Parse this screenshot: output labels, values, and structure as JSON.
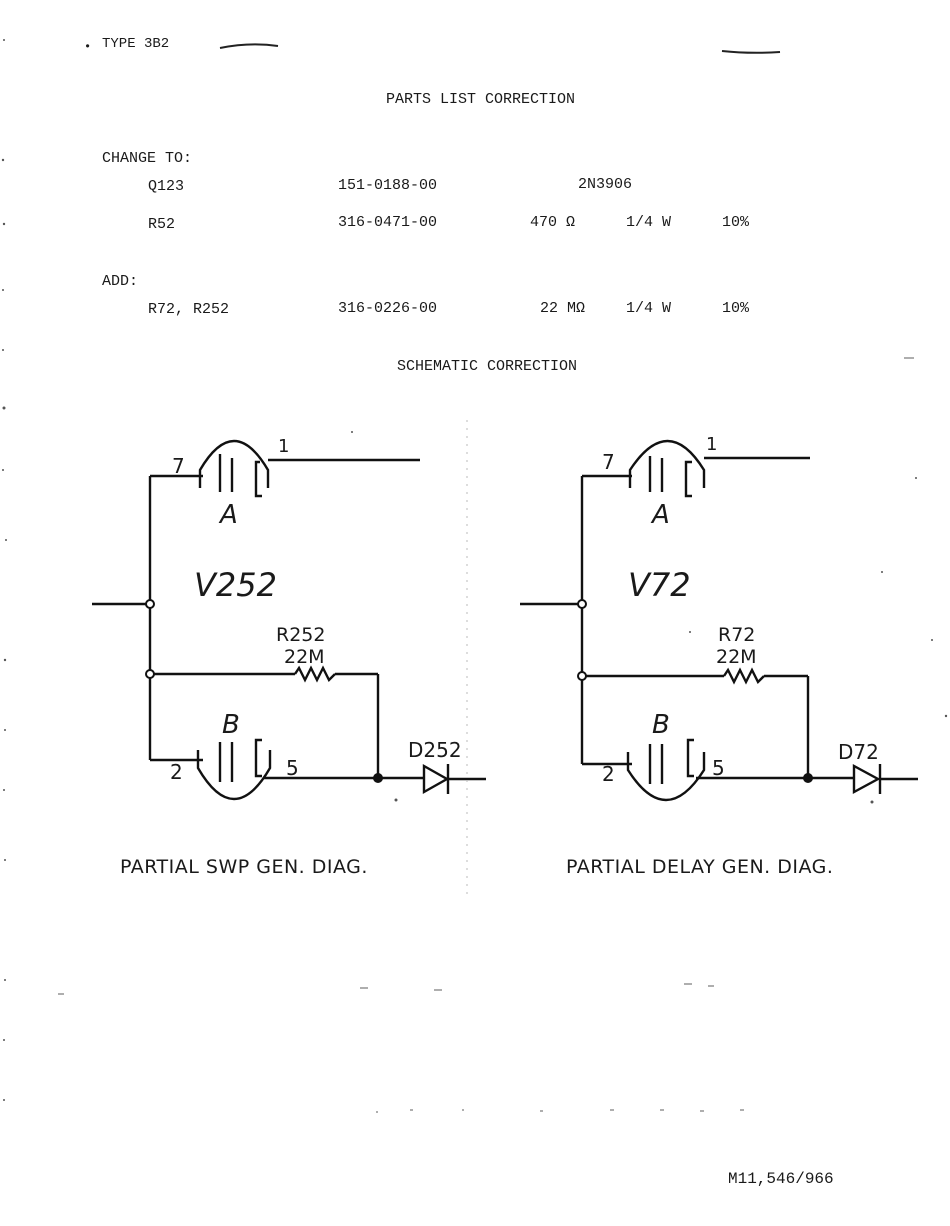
{
  "header": {
    "type_label": "TYPE 3B2"
  },
  "parts_list": {
    "title": "PARTS LIST CORRECTION",
    "change_heading": "CHANGE TO:",
    "change_items": [
      {
        "ref": "Q123",
        "part_no": "151-0188-00",
        "value": "2N3906",
        "power": "",
        "tolerance": ""
      },
      {
        "ref": "R52",
        "part_no": "316-0471-00",
        "value": "470 Ω",
        "power": "1/4 W",
        "tolerance": "10%"
      }
    ],
    "add_heading": "ADD:",
    "add_items": [
      {
        "ref": "R72, R252",
        "part_no": "316-0226-00",
        "value": "22 MΩ",
        "power": "1/4 W",
        "tolerance": "10%"
      }
    ]
  },
  "schematic": {
    "title": "SCHEMATIC CORRECTION",
    "left": {
      "tube": "V252",
      "section_a": "A",
      "section_b": "B",
      "pin_7": "7",
      "pin_1": "1",
      "pin_2": "2",
      "pin_5": "5",
      "resistor_ref": "R252",
      "resistor_value": "22M",
      "diode_ref": "D252",
      "caption": "PARTIAL SWP GEN. DIAG."
    },
    "right": {
      "tube": "V72",
      "section_a": "A",
      "section_b": "B",
      "pin_7": "7",
      "pin_1": "1",
      "pin_2": "2",
      "pin_5": "5",
      "resistor_ref": "R72",
      "resistor_value": "22M",
      "diode_ref": "D72",
      "caption": "PARTIAL DELAY GEN. DIAG."
    }
  },
  "footer": {
    "doc_number": "M11,546/966"
  }
}
